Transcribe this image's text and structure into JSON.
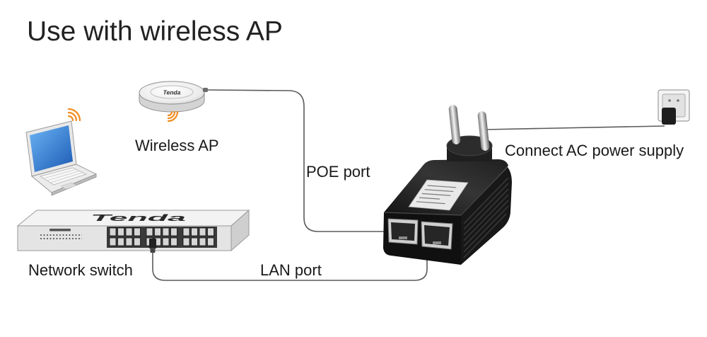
{
  "title": "Use with wireless AP",
  "labels": {
    "wireless_ap": "Wireless AP",
    "poe_port": "POE port",
    "connect_ac_power": "Connect AC power supply",
    "network_switch": "Network switch",
    "lan_port": "LAN port"
  },
  "logos": {
    "switch_brand": "Tenda",
    "ap_brand": "Tenda"
  },
  "colors": {
    "cable": "#5a5a5a",
    "signal": "#f28c1e",
    "text": "#1a1a1a"
  },
  "icons": {
    "laptop": "laptop-icon",
    "wifi": "wifi-signal-icon",
    "wall_socket": "wall-socket-icon",
    "access_point": "wireless-ap-icon",
    "switch": "network-switch-icon",
    "injector": "poe-injector-icon"
  }
}
